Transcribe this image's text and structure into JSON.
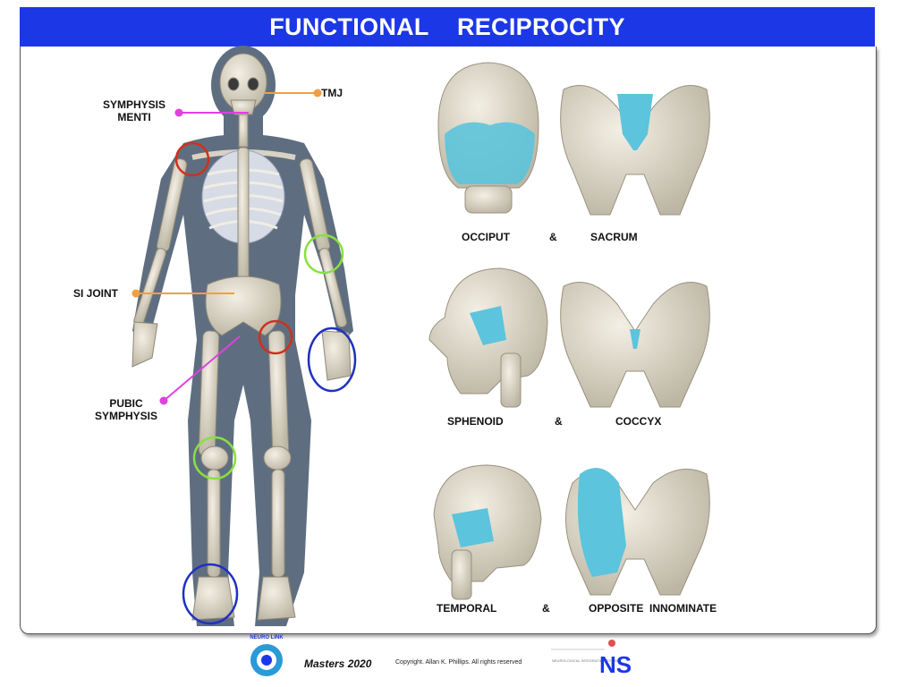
{
  "header": {
    "title_word1": "FUNCTIONAL",
    "title_word2": "RECIPROCITY"
  },
  "labels": {
    "symphysis_menti_1": "SYMPHYSIS",
    "symphysis_menti_2": "MENTI",
    "tmj": "TMJ",
    "si_joint": "SI JOINT",
    "pubic_symphysis_1": "PUBIC",
    "pubic_symphysis_2": "SYMPHYSIS"
  },
  "pairs": [
    {
      "left": "OCCIPUT",
      "amp": "&",
      "right": "SACRUM"
    },
    {
      "left": "SPHENOID",
      "amp": "&",
      "right": "COCCYX"
    },
    {
      "left": "TEMPORAL",
      "amp": "&",
      "right": "OPPOSITE  INNOMINATE"
    }
  ],
  "footer": {
    "masters": "Masters 2020",
    "copyright": "Copyright. Allan K. Phillips.  All rights reserved",
    "logo_left_text": "NEURO LINK",
    "logo_right_small": "NEUROLOGICAL INTEGRATION SYSTEM",
    "logo_right_big": "NS"
  },
  "colors": {
    "header_blue": "#1c37e6",
    "highlight_cyan": "#5cc4dc",
    "bone": "#e6e1d4",
    "silhouette": "#5e6e80",
    "pointer_magenta": "#e040e0",
    "pointer_orange": "#f0a040",
    "circle_red": "#d0301c",
    "circle_green": "#88e040",
    "circle_blue": "#2030c0"
  }
}
